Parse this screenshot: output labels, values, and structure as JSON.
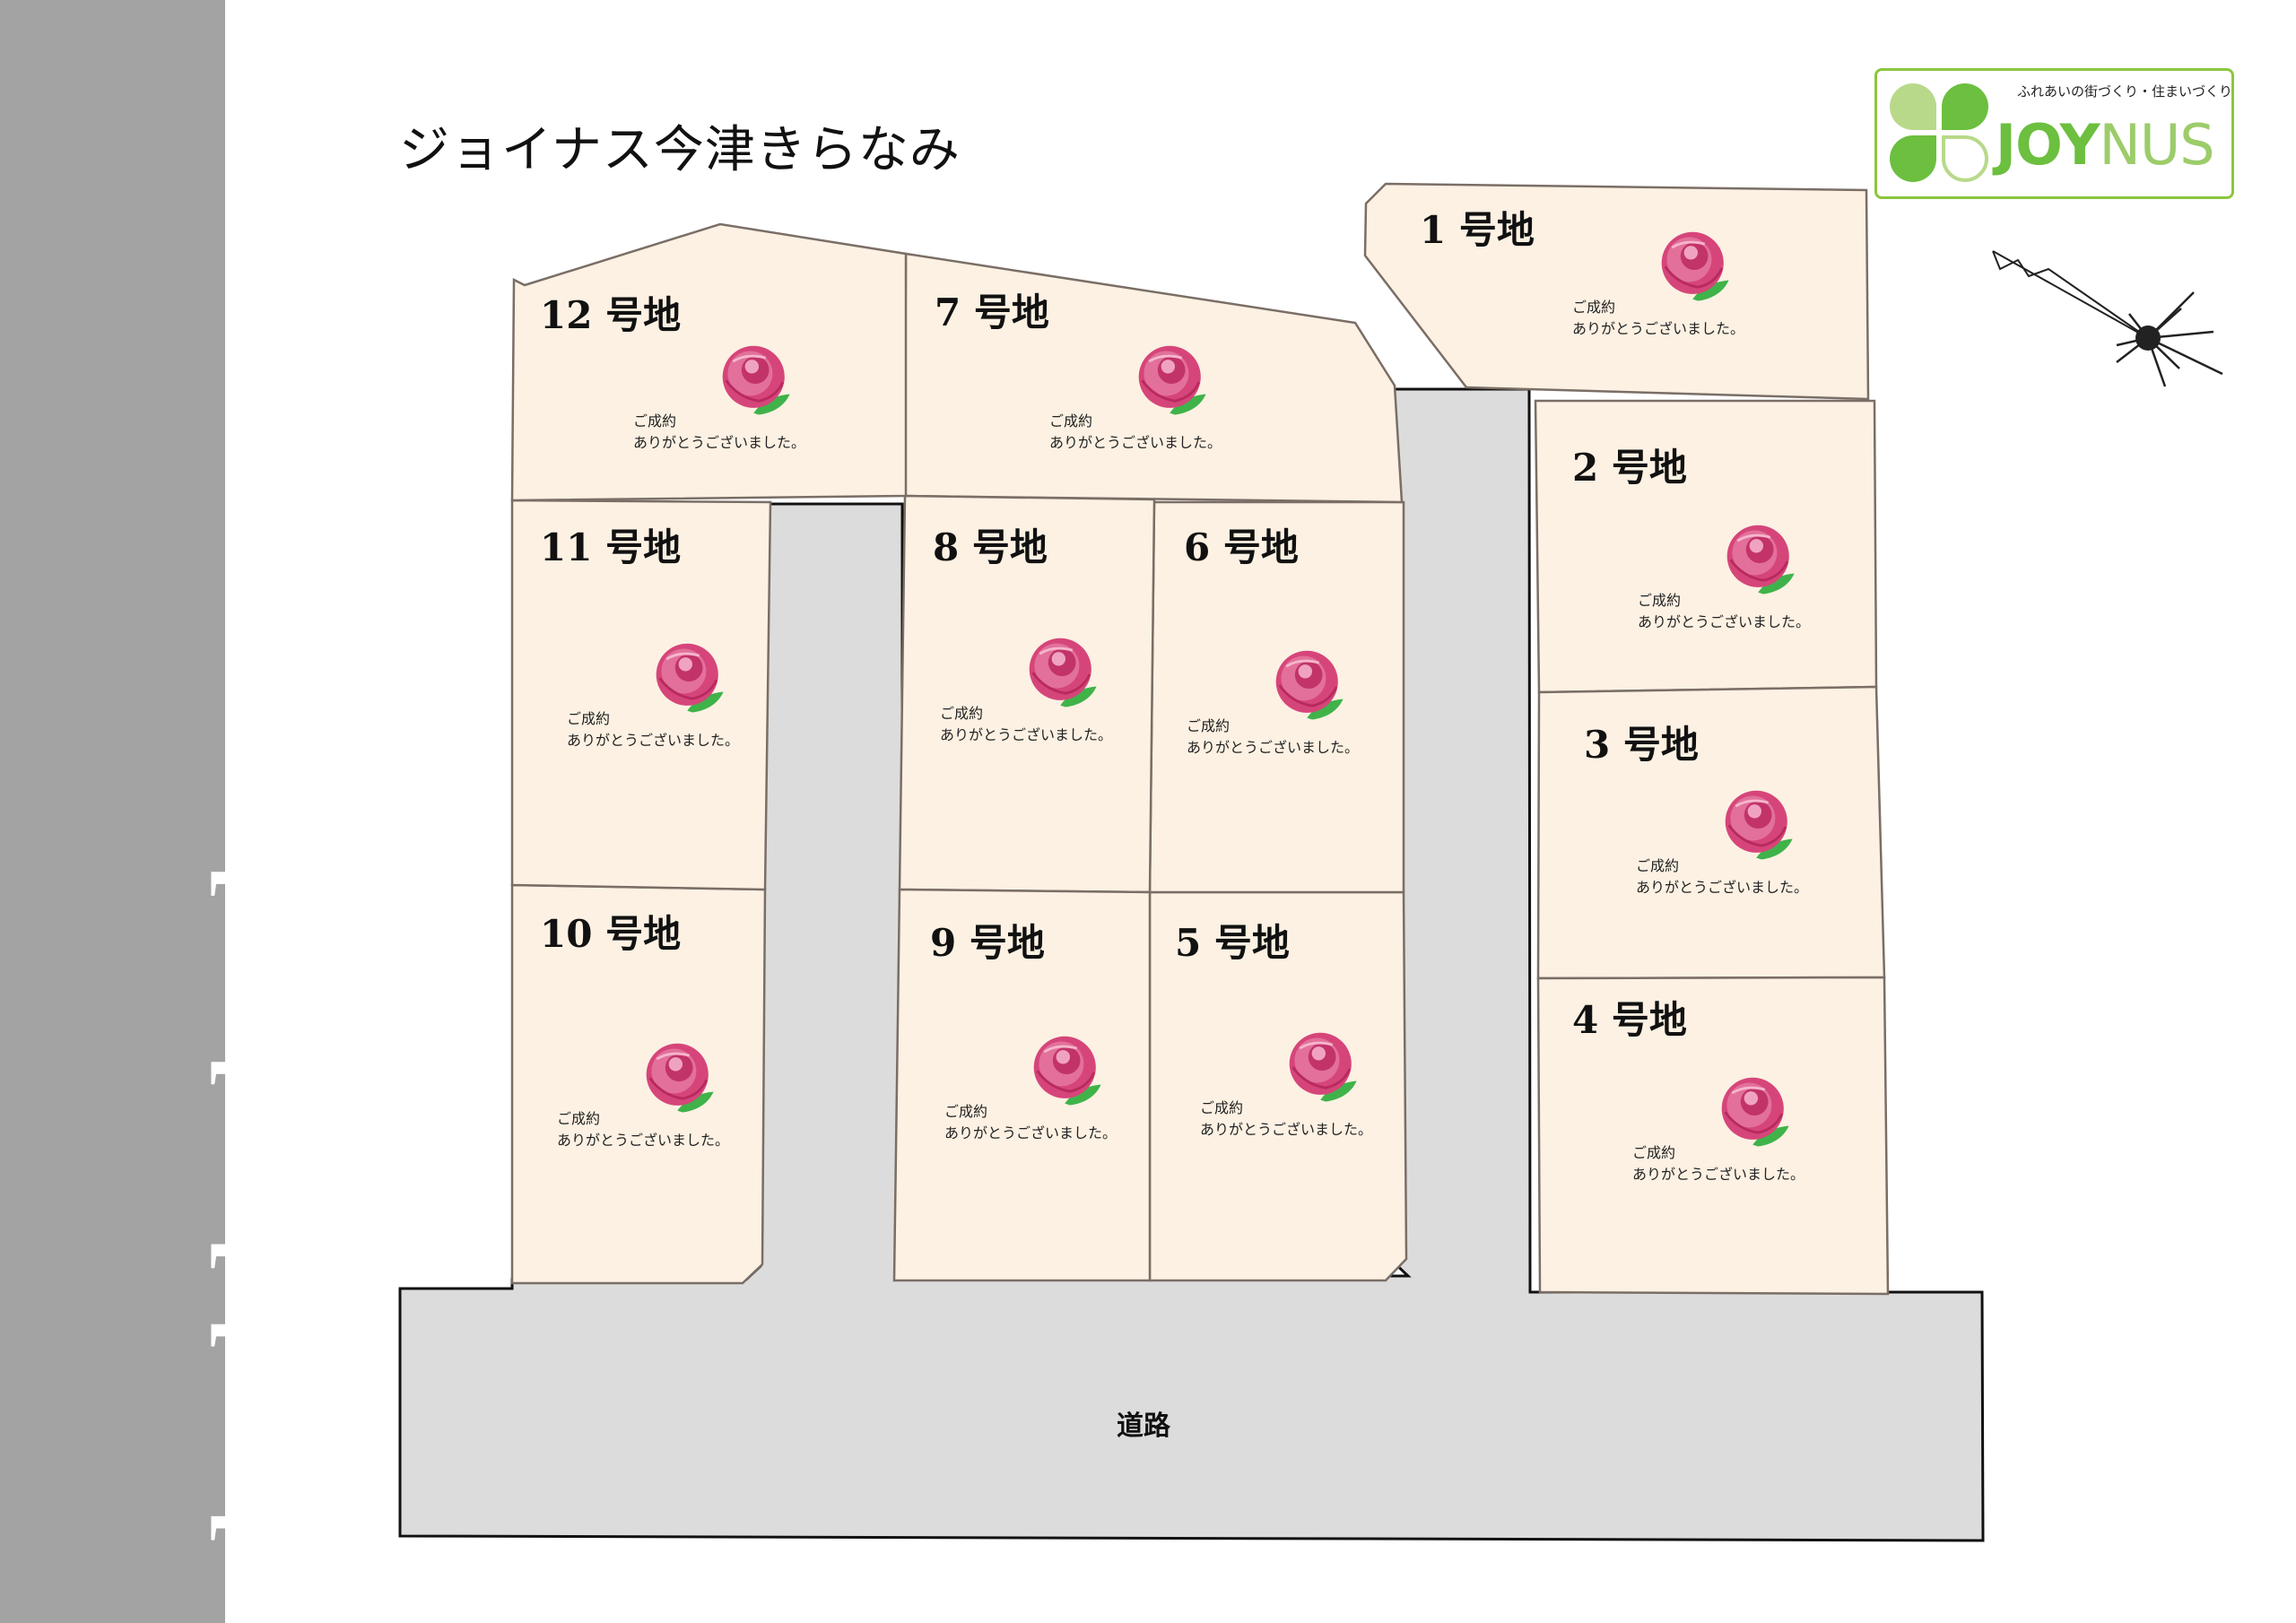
{
  "sidebar": {
    "label": "plot block plan"
  },
  "title": "ジョイナス今津きらなみ",
  "logo": {
    "tagline": "ふれあいの街づくり・住まいづくり",
    "wordmark_part1": "JOY",
    "wordmark_part2": "NUS",
    "colors": {
      "dark_green": "#6cbf3f",
      "light_green": "#b8d98a",
      "outline": "#8cc63f"
    }
  },
  "compass": {
    "icon": "north-arrow-icon"
  },
  "road": {
    "label": "道路"
  },
  "sold_icon": "rose-icon",
  "colors": {
    "lot_fill": "#fcf1e3",
    "road_fill": "#dcdcdc",
    "outline": "#7a6e66",
    "sidebar": "#a3a3a3"
  },
  "lots": [
    {
      "label": "1 号地",
      "status_line1": "ご成約",
      "status_line2": "ありがとうございました。"
    },
    {
      "label": "2 号地",
      "status_line1": "ご成約",
      "status_line2": "ありがとうございました。"
    },
    {
      "label": "3 号地",
      "status_line1": "ご成約",
      "status_line2": "ありがとうございました。"
    },
    {
      "label": "4 号地",
      "status_line1": "ご成約",
      "status_line2": "ありがとうございました。"
    },
    {
      "label": "5 号地",
      "status_line1": "ご成約",
      "status_line2": "ありがとうございました。"
    },
    {
      "label": "6 号地",
      "status_line1": "ご成約",
      "status_line2": "ありがとうございました。"
    },
    {
      "label": "7 号地",
      "status_line1": "ご成約",
      "status_line2": "ありがとうございました。"
    },
    {
      "label": "8 号地",
      "status_line1": "ご成約",
      "status_line2": "ありがとうございました。"
    },
    {
      "label": "9 号地",
      "status_line1": "ご成約",
      "status_line2": "ありがとうございました。"
    },
    {
      "label": "10 号地",
      "status_line1": "ご成約",
      "status_line2": "ありがとうございました。"
    },
    {
      "label": "11 号地",
      "status_line1": "ご成約",
      "status_line2": "ありがとうございました。"
    },
    {
      "label": "12 号地",
      "status_line1": "ご成約",
      "status_line2": "ありがとうございました。"
    }
  ]
}
